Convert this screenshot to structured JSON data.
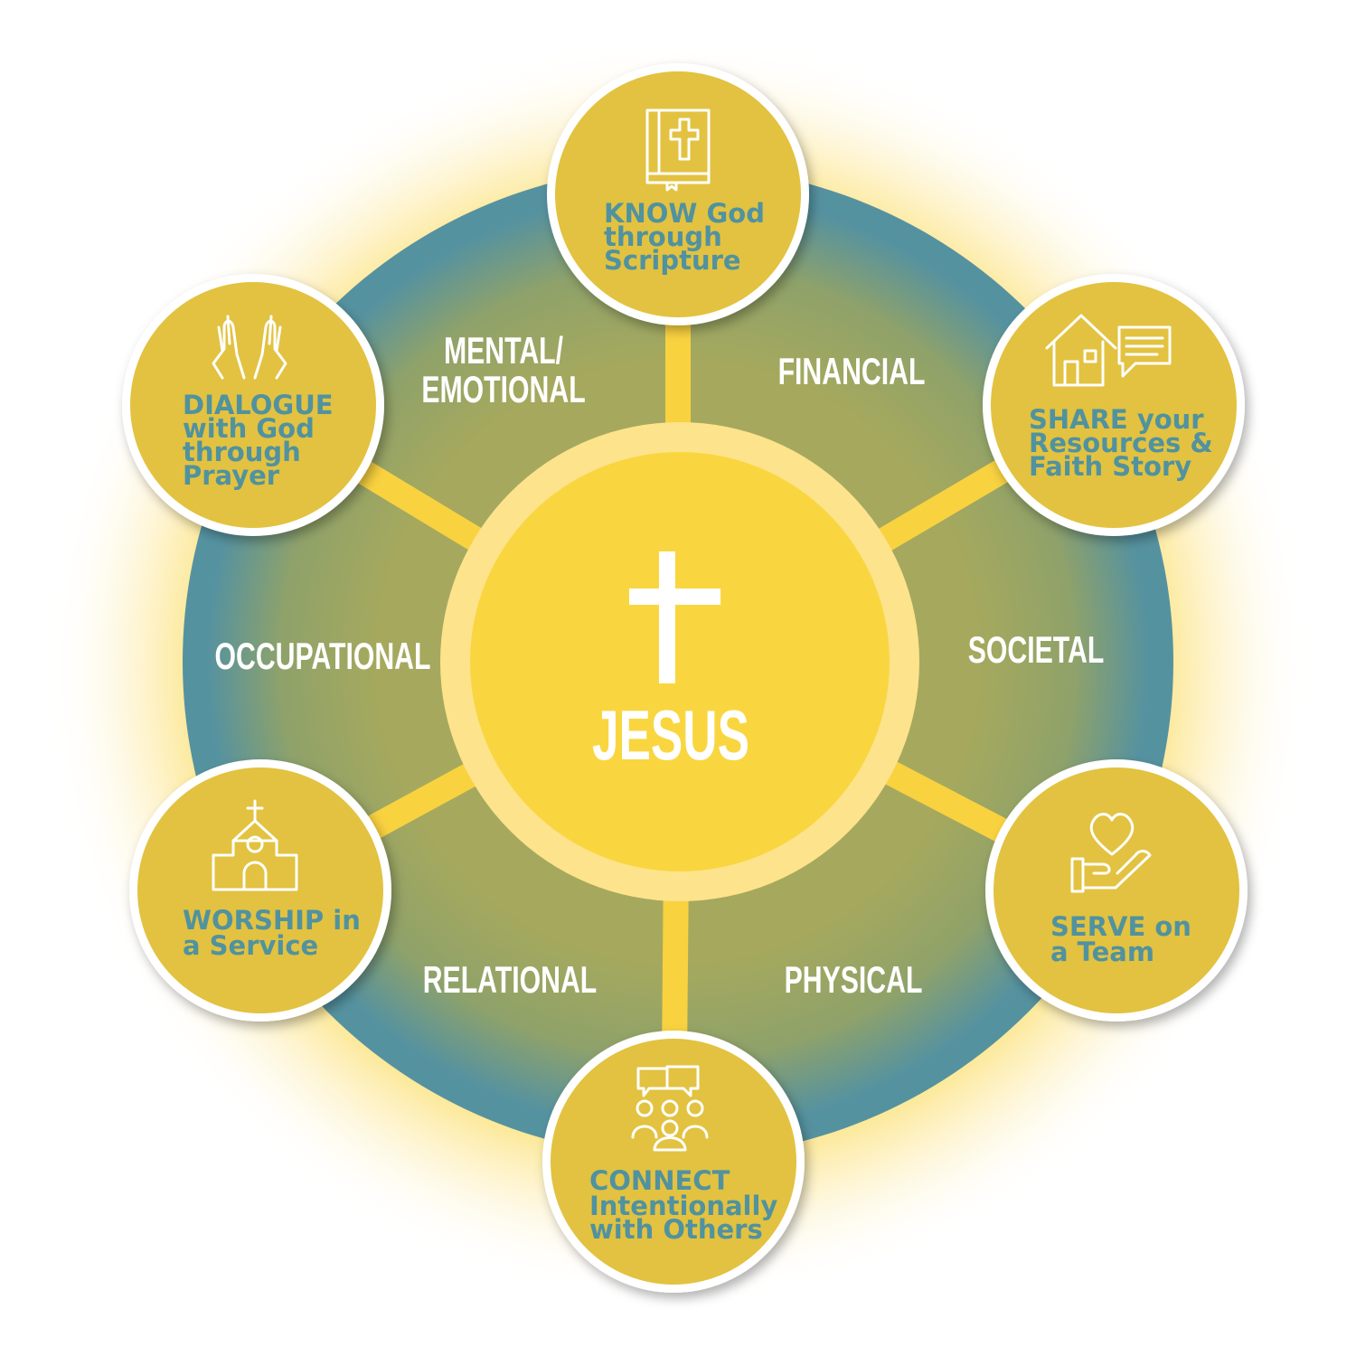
{
  "center": {
    "label": "JESUS",
    "icon": "cross-icon"
  },
  "dimensions": [
    "MENTAL/",
    "EMOTIONAL",
    "FINANCIAL",
    "SOCIETAL",
    "PHYSICAL",
    "RELATIONAL",
    "OCCUPATIONAL"
  ],
  "practices": [
    {
      "lines": [
        "KNOW God",
        "through",
        "Scripture"
      ],
      "icon": "bible-icon"
    },
    {
      "lines": [
        "SHARE your",
        "Resources &",
        "Faith Story"
      ],
      "icon": "house-speech-icon"
    },
    {
      "lines": [
        "SERVE on",
        "a Team"
      ],
      "icon": "heart-hand-icon"
    },
    {
      "lines": [
        "CONNECT",
        "Intentionally",
        "with Others"
      ],
      "icon": "group-chat-icon"
    },
    {
      "lines": [
        "WORSHIP in",
        "a Service"
      ],
      "icon": "church-icon"
    },
    {
      "lines": [
        "DIALOGUE",
        "with God",
        "through",
        "Prayer"
      ],
      "icon": "praying-hands-icon"
    }
  ],
  "colors": {
    "ring": "#5592a0",
    "inner": "#a6a95d",
    "gold": "#e2c23f",
    "sun": "#f9d640",
    "halo": "#fde38c",
    "spoke": "#f9d240",
    "text_blue": "#5092a0"
  }
}
